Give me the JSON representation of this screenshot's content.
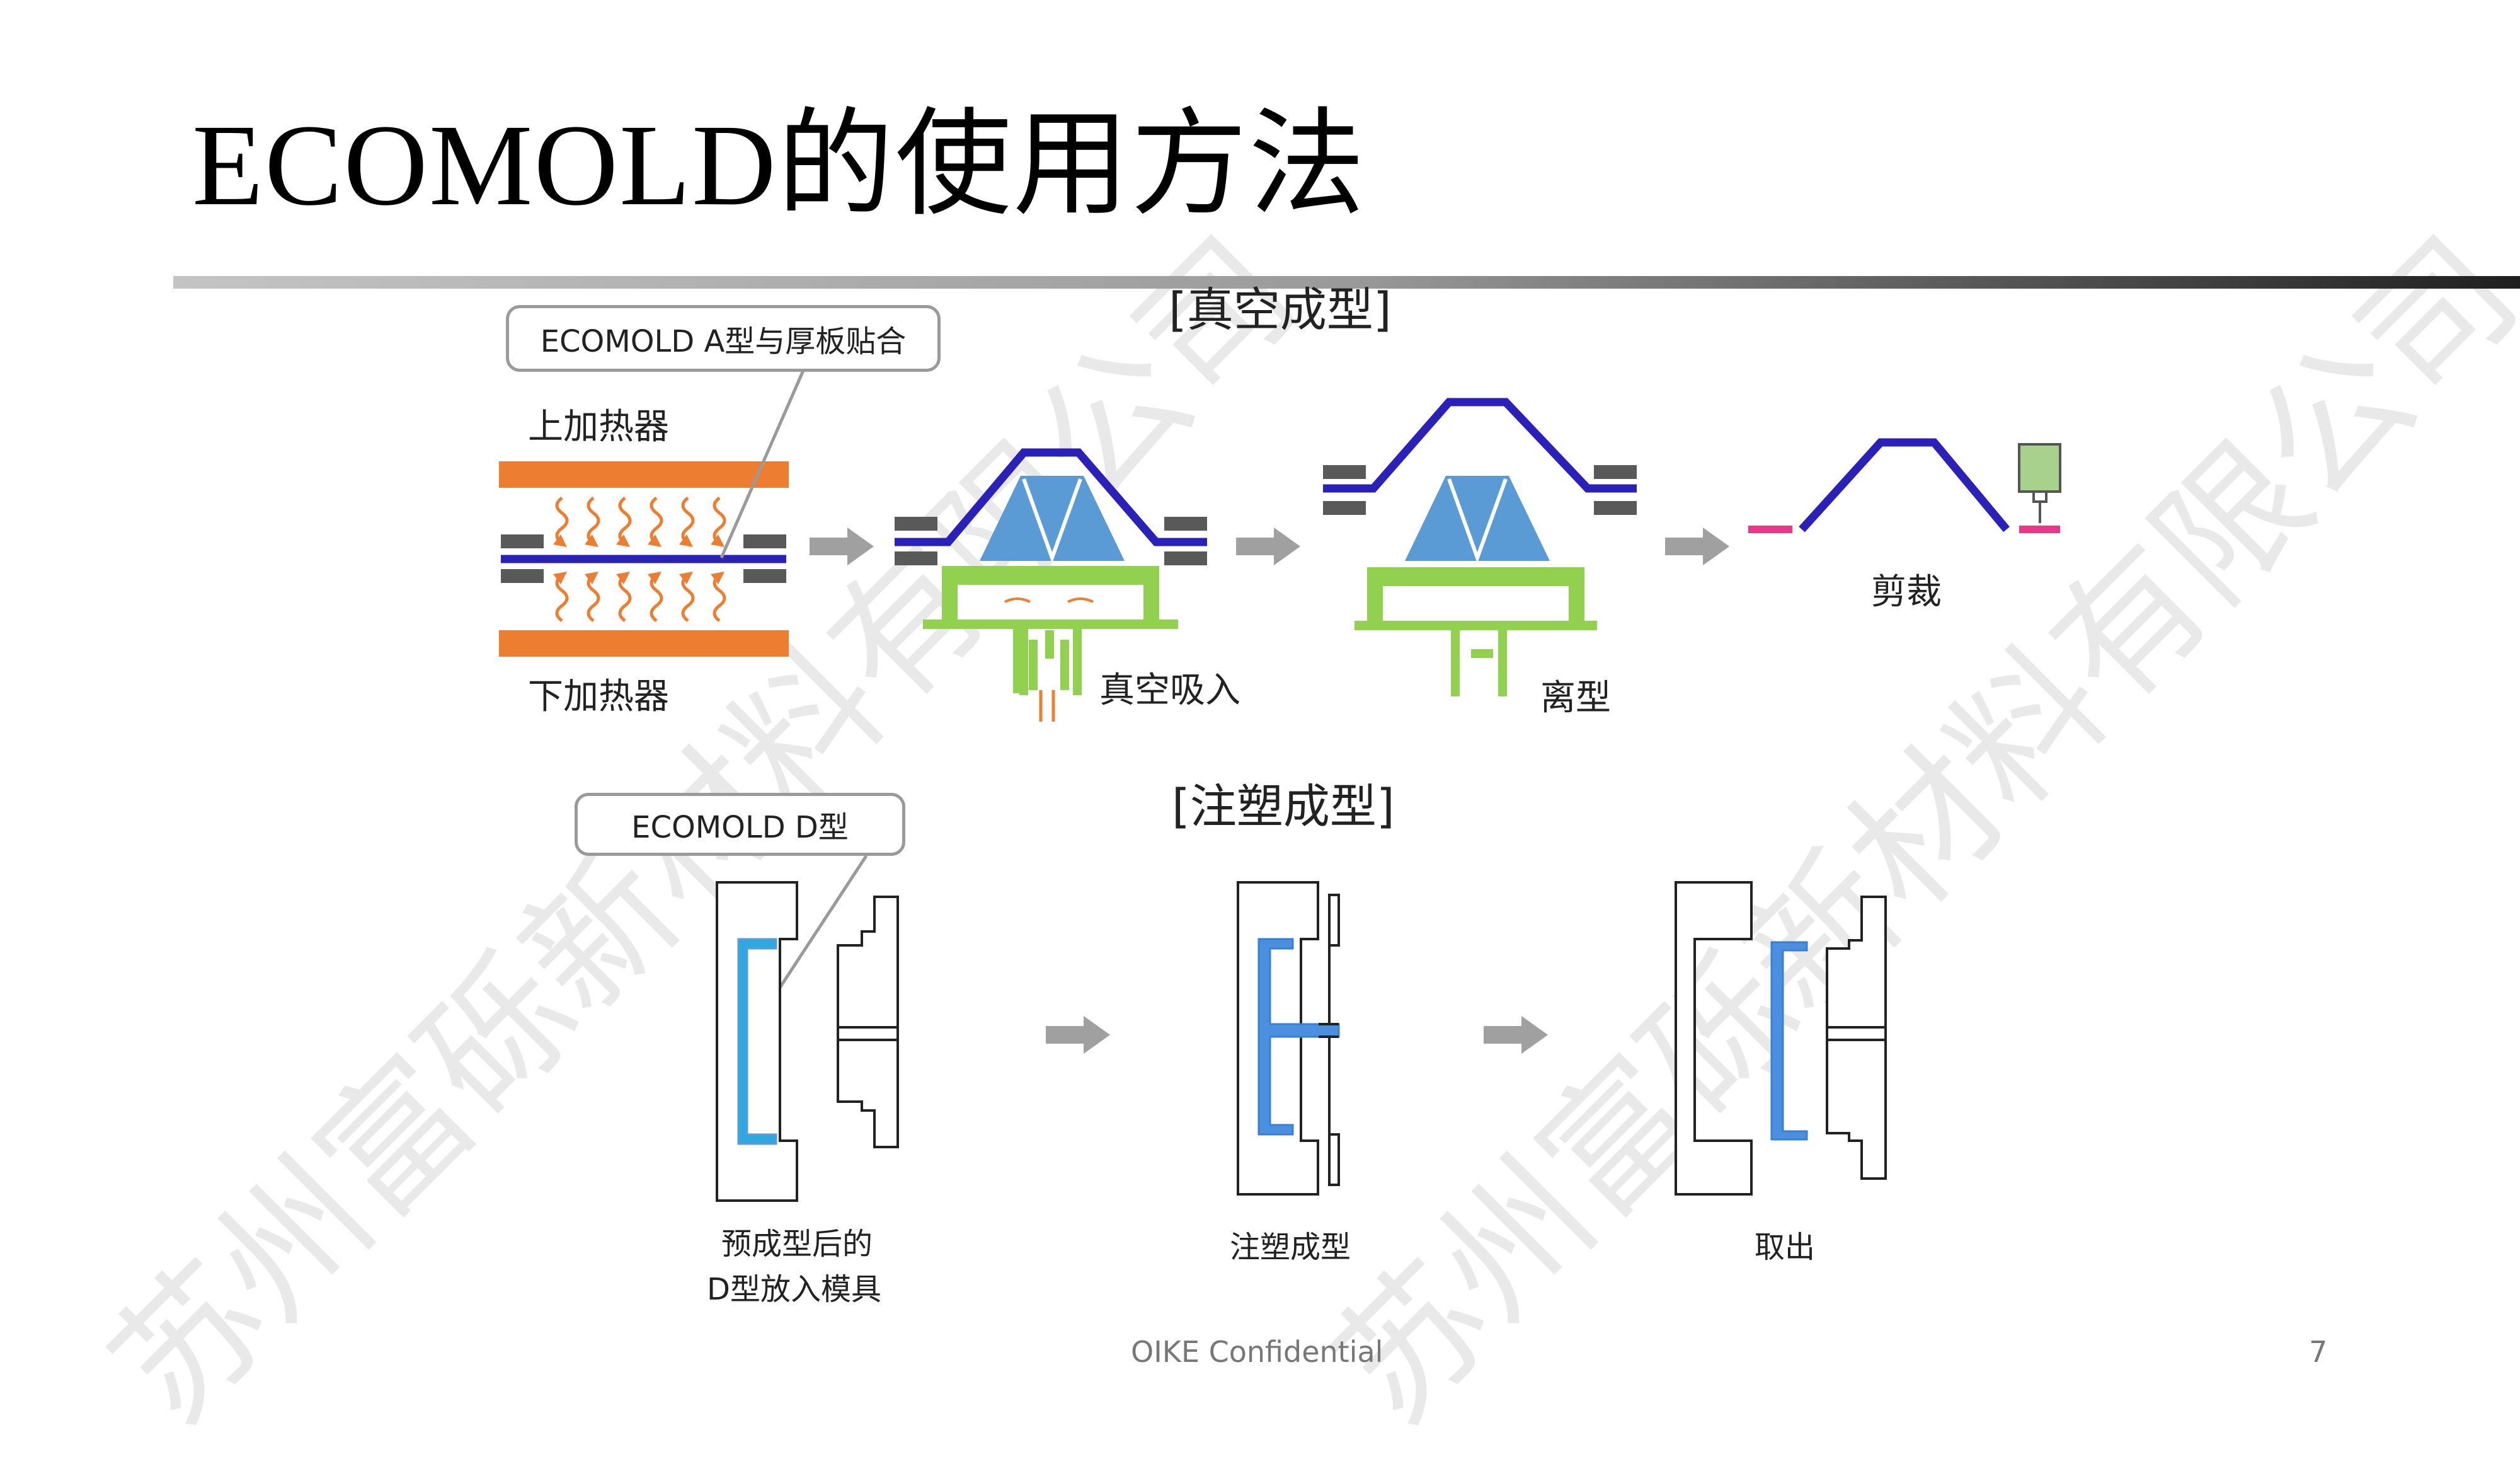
{
  "title": "ECOMOLD的使用方法",
  "watermark": "苏州富砾新材料有限公司",
  "vacuum": {
    "section_label": "[真空成型]",
    "callout": "ECOMOLD A型与厚板贴合",
    "upper_heater": "上加热器",
    "lower_heater": "下加热器",
    "suction_label": "真空吸入",
    "release_label": "离型",
    "trim_label": "剪裁"
  },
  "injection": {
    "section_label": "[注塑成型]",
    "callout": "ECOMOLD D型",
    "step1_line1": "预成型后的",
    "step1_line2": "D型放入模具",
    "step2": "注塑成型",
    "step3": "取出"
  },
  "footer": {
    "confidential": "OIKE Confidential",
    "page_number": "7"
  },
  "colors": {
    "heater": "#ed7d31",
    "film": "#2a22b8",
    "mold_blue": "#5b9bd5",
    "platen_green": "#92d050",
    "clamp_gray": "#595959",
    "arrow_gray": "#a0a0a0",
    "cut_pink": "#e8388a",
    "cutter_green": "#a9d18e",
    "part_blue": "#4a8fe0"
  }
}
